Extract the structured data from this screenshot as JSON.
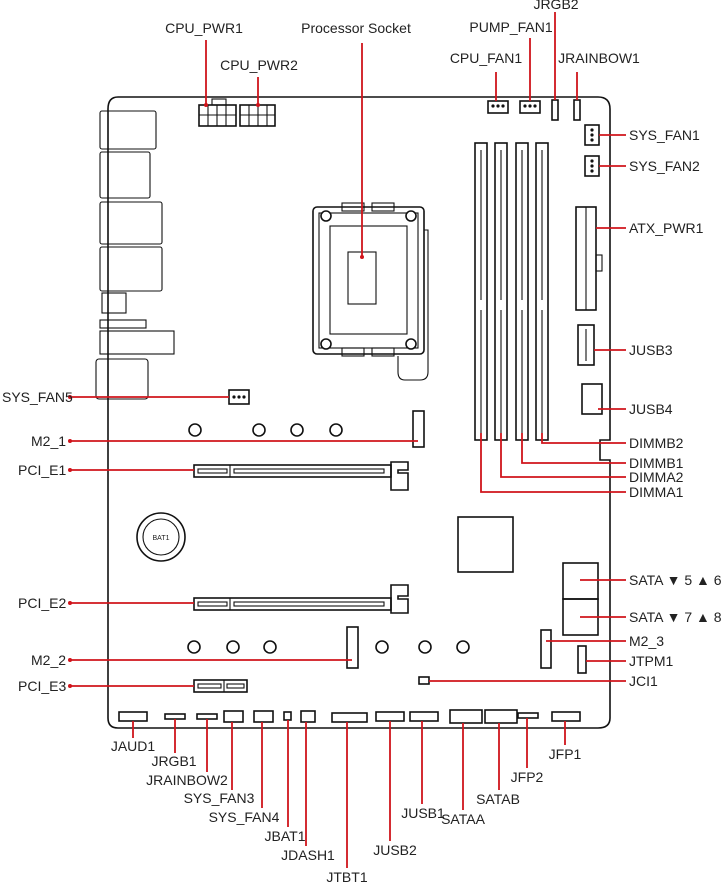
{
  "colors": {
    "callout": "#d0141b",
    "outline": "#111111",
    "label": "#222222",
    "background": "#ffffff"
  },
  "labels": {
    "cpu_pwr1": "CPU_PWR1",
    "cpu_pwr2": "CPU_PWR2",
    "processor_socket": "Processor Socket",
    "jrgb2": "JRGB2",
    "pump_fan1": "PUMP_FAN1",
    "cpu_fan1": "CPU_FAN1",
    "jrainbow1": "JRAINBOW1",
    "sys_fan1": "SYS_FAN1",
    "sys_fan2": "SYS_FAN2",
    "atx_pwr1": "ATX_PWR1",
    "jusb3": "JUSB3",
    "jusb4": "JUSB4",
    "dimmb2": "DIMMB2",
    "dimmb1": "DIMMB1",
    "dimma2": "DIMMA2",
    "dimma1": "DIMMA1",
    "sys_fan5": "SYS_FAN5",
    "m2_1": "M2_1",
    "pci_e1": "PCI_E1",
    "pci_e2": "PCI_E2",
    "m2_2": "M2_2",
    "pci_e3": "PCI_E3",
    "sata_56": "SATA ▼ 5 ▲ 6",
    "sata_78": "SATA ▼ 7 ▲ 8",
    "m2_3": "M2_3",
    "jtpm1": "JTPM1",
    "jci1": "JCI1",
    "jaud1": "JAUD1",
    "jrgb1": "JRGB1",
    "jrainbow2": "JRAINBOW2",
    "sys_fan3": "SYS_FAN3",
    "sys_fan4": "SYS_FAN4",
    "jbat1": "JBAT1",
    "jdash1": "JDASH1",
    "jtbt1": "JTBT1",
    "jusb2": "JUSB2",
    "jusb1": "JUSB1",
    "sataa": "SATAA",
    "satab": "SATAB",
    "jfp2": "JFP2",
    "jfp1": "JFP1",
    "bat1": "BAT1"
  }
}
